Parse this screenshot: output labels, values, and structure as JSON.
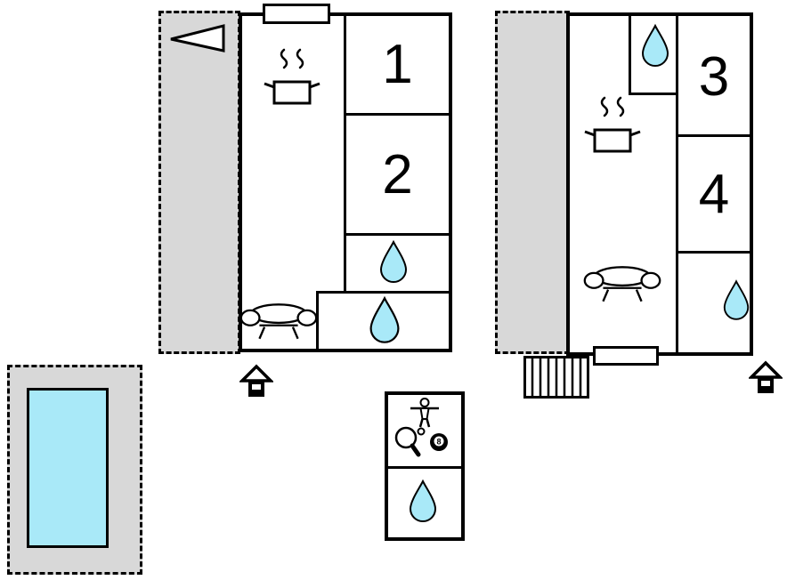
{
  "palette": {
    "terrace_gray": "#d8d8d8",
    "water_cyan": "#a9e9f8",
    "wall_black": "#000000",
    "background": "#ffffff"
  },
  "rooms": {
    "room1": {
      "label": "1"
    },
    "room2": {
      "label": "2"
    },
    "room3": {
      "label": "3"
    },
    "room4": {
      "label": "4"
    }
  },
  "annex": {
    "ball_label": "8"
  },
  "icons": {
    "direction_arrow": "left-pointing-triangle-vane",
    "stove_pot": "cooking-pot-with-steam",
    "water_drop": "teardrop-bathroom-marker",
    "sofa": "sofa-seating",
    "entrance": "house-entrance-marker",
    "stairs": "exterior-staircase",
    "foosball_player": "table-football-figure",
    "table_tennis": "paddle-with-ball",
    "billiard_ball": "eight-ball",
    "pool": "swimming-pool"
  }
}
